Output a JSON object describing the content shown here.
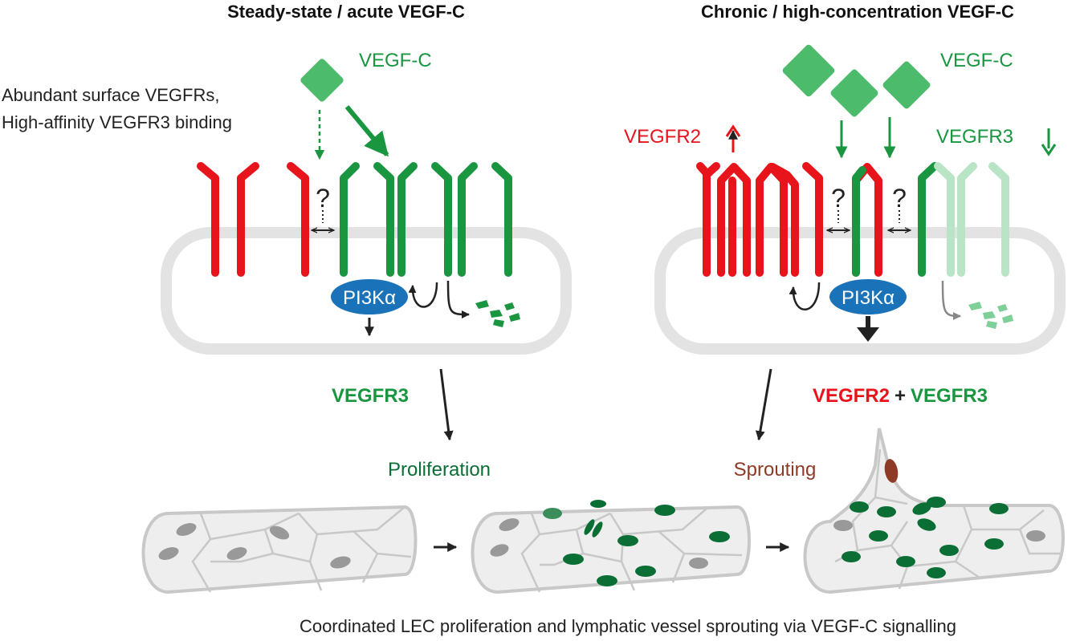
{
  "left_panel": {
    "title": "Steady-state / acute VEGF-C",
    "ligand_label": "VEGF-C",
    "note_line1": "Abundant surface VEGFRs,",
    "note_line2": "High-affinity VEGFR3 binding",
    "question_mark": "?",
    "enzyme_prefix": "PI3K",
    "enzyme_suffix": "α",
    "signal_label": "VEGFR3",
    "outcome_label": "Proliferation"
  },
  "right_panel": {
    "title": "Chronic / high-concentration VEGF-C",
    "ligand_label": "VEGF-C",
    "receptor2_label": "VEGFR2",
    "receptor3_label": "VEGFR3",
    "question_mark": "?",
    "enzyme_prefix": "PI3K",
    "enzyme_suffix": "α",
    "signal_label_a": "VEGFR2",
    "signal_plus": "+",
    "signal_label_b": "VEGFR3",
    "outcome_label": "Sprouting"
  },
  "caption": "Coordinated LEC proliferation and lymphatic vessel sprouting via VEGF-C signalling",
  "colors": {
    "vegfr2_red": "#e8141c",
    "vegfr3_green": "#1a9641",
    "vegfr3_faded": "#b9e4c6",
    "ligand_green": "#4cbb6c",
    "pi3k_blue": "#1a73b8",
    "cell_outline": "#e3e3e3",
    "vessel_fill": "#eeeeee",
    "vessel_line": "#c8c8c8",
    "nucleus_gray": "#999999",
    "nucleus_green": "#0b6e35",
    "tip_nucleus": "#8e3a26",
    "dark": "#222222"
  }
}
